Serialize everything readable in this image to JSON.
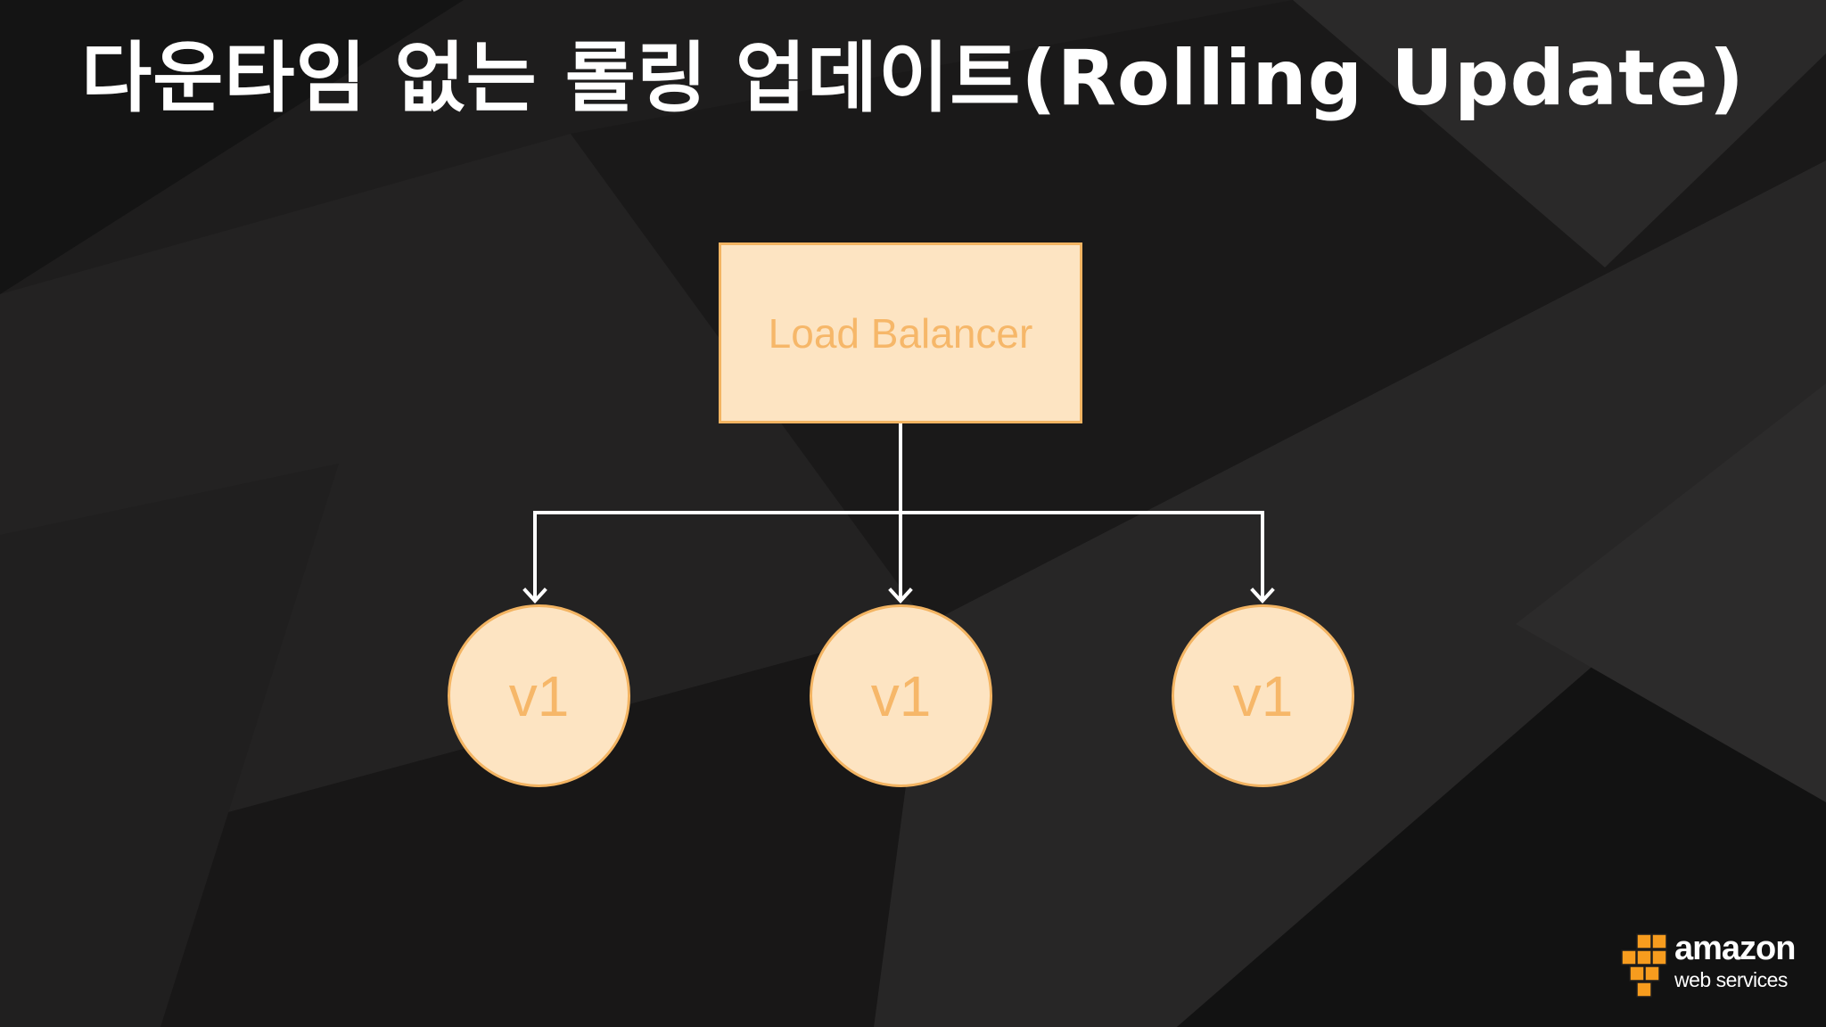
{
  "slide": {
    "title": "다운타임 없는 롤링 업데이트(Rolling Update)",
    "background_color": "#1e1d1d"
  },
  "diagram": {
    "load_balancer": {
      "label": "Load Balancer"
    },
    "instances": [
      {
        "label": "v1"
      },
      {
        "label": "v1"
      },
      {
        "label": "v1"
      }
    ],
    "fill_color": "#fde4c2",
    "border_color": "#f3b462",
    "text_color": "#f6b769",
    "connector_color": "#ffffff"
  },
  "brand": {
    "name": "amazon",
    "subtitle": "web services",
    "icon": "aws-cubes-icon",
    "cube_color": "#f79c1e"
  }
}
